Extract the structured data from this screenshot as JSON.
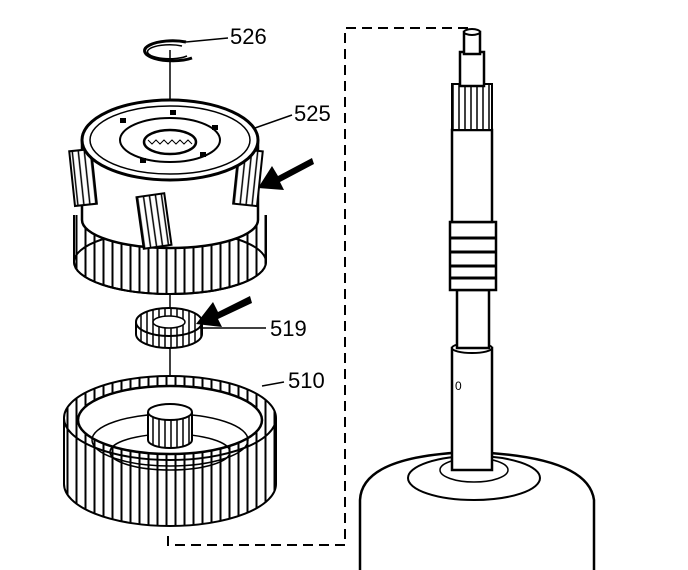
{
  "callouts": {
    "retaining_ring": "526",
    "planetary_carrier": "525",
    "sun_gear": "519",
    "internal_gear": "510"
  },
  "colors": {
    "line": "#000000",
    "background": "#ffffff"
  }
}
